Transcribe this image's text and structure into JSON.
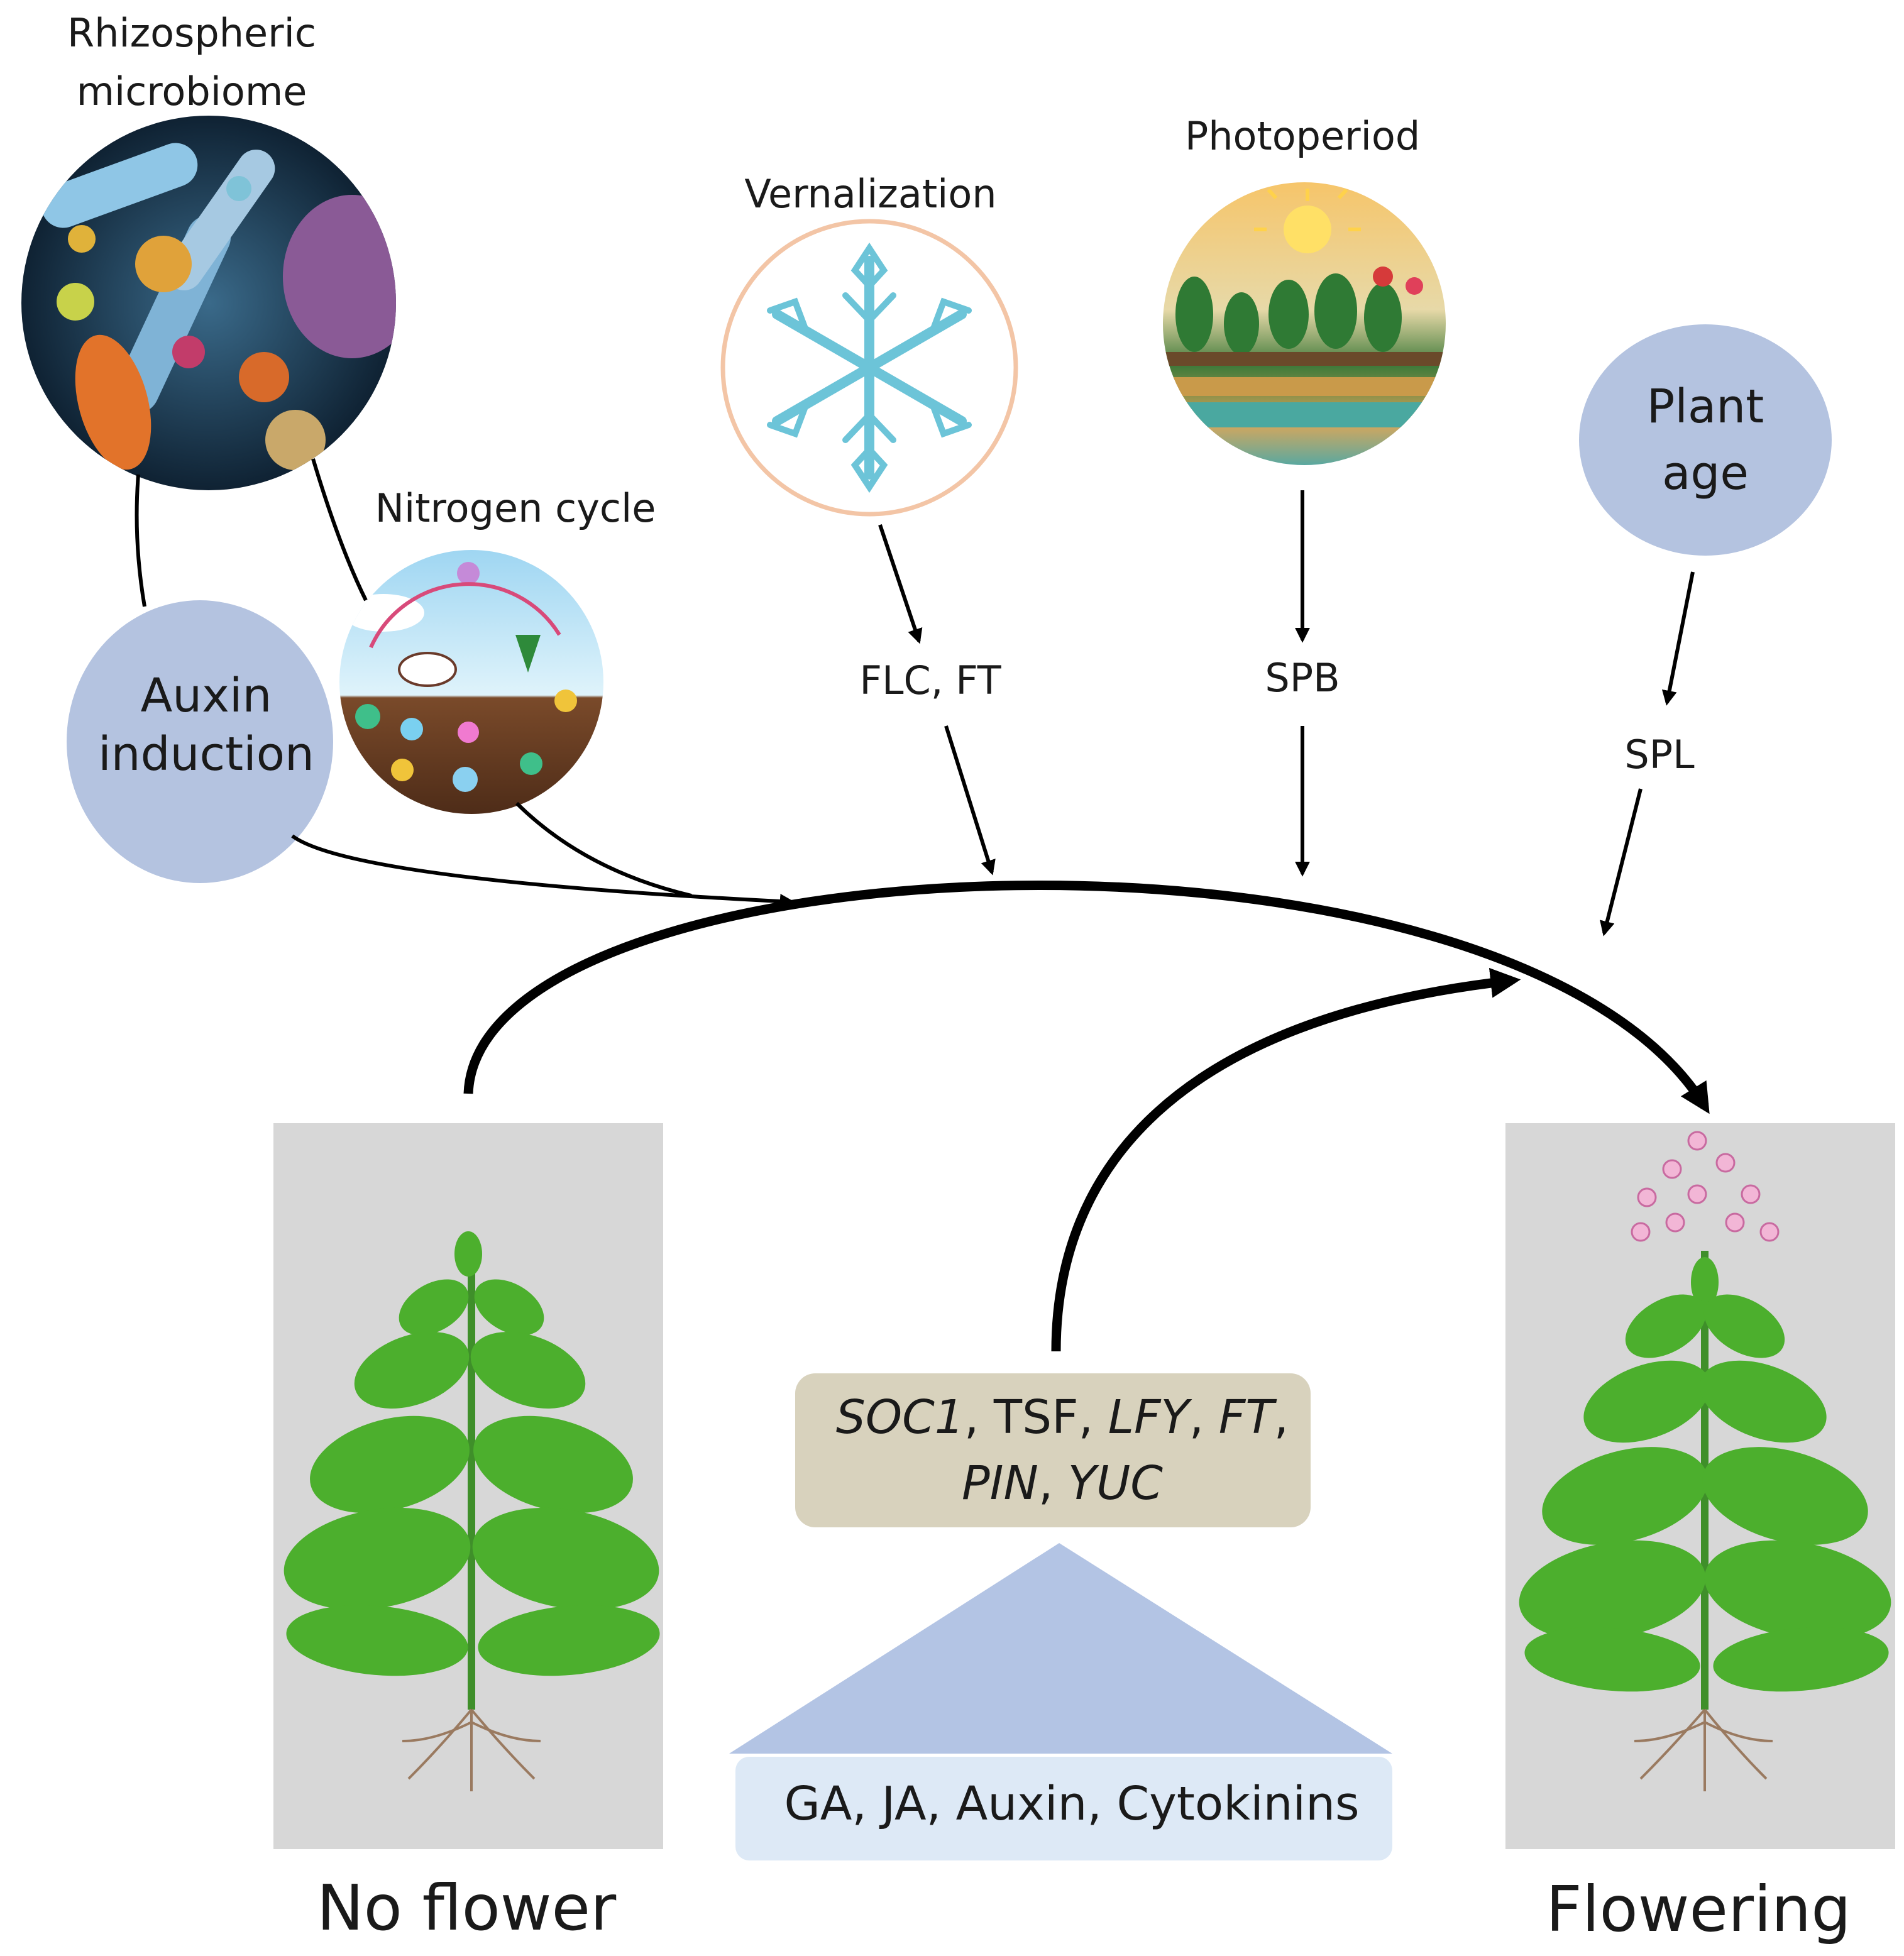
{
  "labels": {
    "rhizo_line1": "Rhizospheric",
    "rhizo_line2": "microbiome",
    "nitrogen": "Nitrogen cycle",
    "vernalization": "Vernalization",
    "photoperiod": "Photoperiod",
    "plant_age_line1": "Plant",
    "plant_age_line2": "age",
    "auxin_line1": "Auxin",
    "auxin_line2": "induction",
    "flc_ft": "FLC, FT",
    "spb": "SPB",
    "spl": "SPL",
    "no_flower": "No flower",
    "flowering": "Flowering"
  },
  "gene_box": {
    "line1": [
      {
        "text": "SOC1",
        "italic": true
      },
      {
        "text": ", TSF, ",
        "italic": false
      },
      {
        "text": "LFY",
        "italic": true
      },
      {
        "text": ", ",
        "italic": false
      },
      {
        "text": "FT",
        "italic": true
      },
      {
        "text": ",",
        "italic": false
      }
    ],
    "line2": [
      {
        "text": "PIN",
        "italic": true
      },
      {
        "text": ", ",
        "italic": false
      },
      {
        "text": "YUC",
        "italic": true
      }
    ]
  },
  "hormones": "GA, JA, Auxin, Cytokinins",
  "colors": {
    "node_fill": "#b4c3e0",
    "gene_box": "#d8d2bd",
    "triangle": "#b3c4e4",
    "hormone_box": "#dde9f6",
    "panel_bg": "#d7d7d7",
    "leaf": "#4caf2d",
    "vern_ring": "#f3c5a6",
    "vern_snow": "#6cc4d8"
  }
}
